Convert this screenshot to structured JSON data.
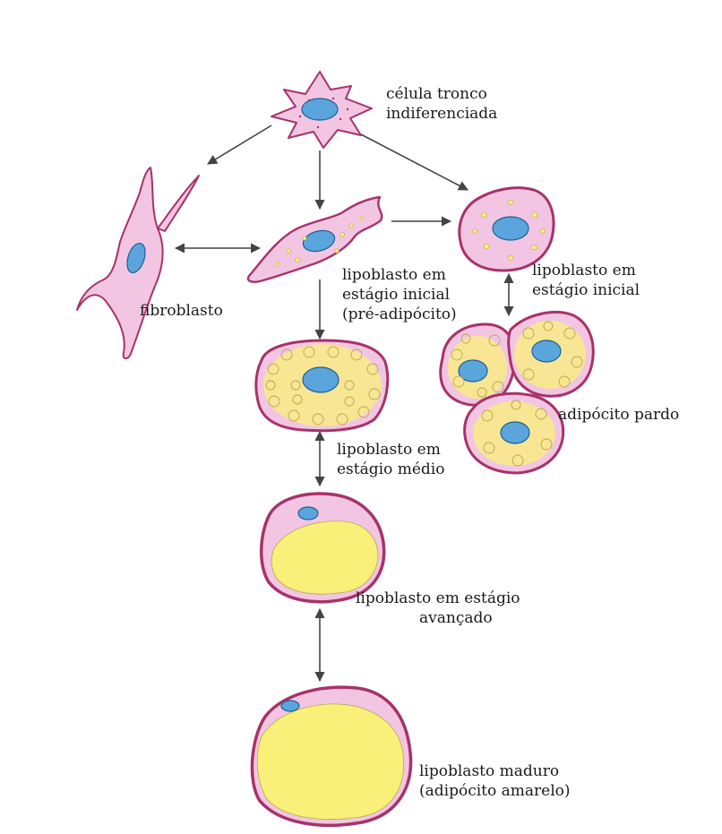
{
  "labels": {
    "stem_cell": [
      "célula tronco",
      "indiferenciada"
    ],
    "fibroblast": [
      "fibroblasto"
    ],
    "early_lipoblast_center": [
      "lipoblasto em",
      "estágio inicial",
      "(pré-adipócito)"
    ],
    "early_lipoblast_right": [
      "lipoblasto em",
      "estágio inicial"
    ],
    "brown_adipocyte": [
      "adipócito pardo"
    ],
    "mid_lipoblast": [
      "lipoblasto em",
      "estágio médio"
    ],
    "late_lipoblast": [
      "lipoblasto em estágio",
      "avançado"
    ],
    "mature_lipoblast": [
      "lipoblasto maduro",
      "(adipócito amarelo)"
    ]
  },
  "colors": {
    "cytoplasm": "#f2c6e2",
    "membrane": "#a8326a",
    "nucleus": "#5aa6dc",
    "fat": "#f9f079",
    "arrow": "#444444"
  }
}
